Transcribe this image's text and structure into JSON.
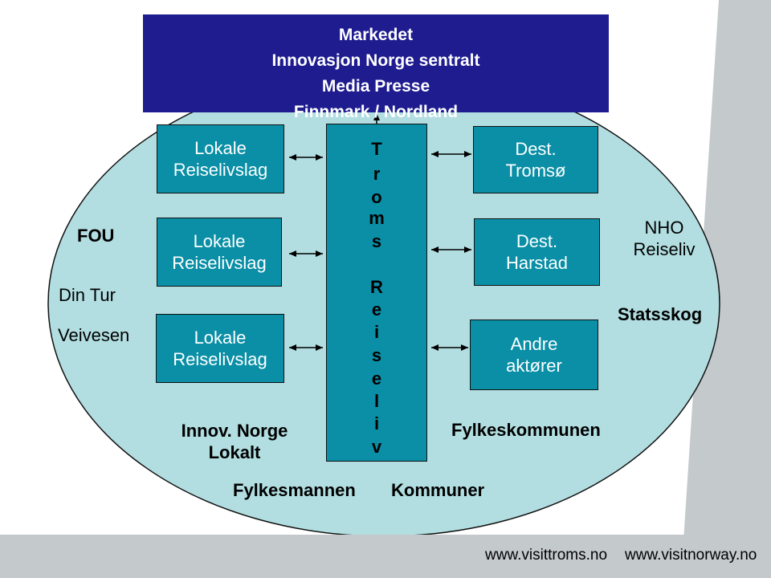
{
  "top_box": {
    "lines": [
      "Markedet",
      "Innovasjon Norge sentralt",
      "Media Presse",
      "Finnmark / Nordland"
    ]
  },
  "left_labels": {
    "fou": "FOU",
    "din_tur": "Din Tur",
    "veivesen": "Veivesen"
  },
  "lokale_boxes": [
    {
      "line1": "Lokale",
      "line2": "Reiselivslag"
    },
    {
      "line1": "Lokale",
      "line2": "Reiselivslag"
    },
    {
      "line1": "Lokale",
      "line2": "Reiselivslag"
    }
  ],
  "innov_norge": {
    "line1": "Innov. Norge",
    "line2": "Lokalt"
  },
  "troms_reiseliv": {
    "letters": [
      "T",
      "r",
      "o",
      "m",
      "s",
      "R",
      "e",
      "i",
      "s",
      "e",
      "l",
      "i",
      "v"
    ]
  },
  "right_boxes": [
    {
      "line1": "Dest.",
      "line2": "Tromsø"
    },
    {
      "line1": "Dest.",
      "line2": "Harstad"
    },
    {
      "line1": "Andre",
      "line2": "aktører"
    }
  ],
  "fylkeskommunen": "Fylkeskommunen",
  "fylkesmannen": "Fylkesmannen",
  "kommuner": "Kommuner",
  "right_labels": {
    "nho_line1": "NHO",
    "nho_line2": "Reiseliv",
    "statsskog": "Statsskog"
  },
  "footer": {
    "url1": "www.visittroms.no",
    "url2": "www.visitnorway.no"
  },
  "colors": {
    "ellipse": "#b2dee1",
    "box_fill": "#0a8fa6",
    "top_box": "#1f1c90",
    "footer": "#c4c9cc"
  }
}
